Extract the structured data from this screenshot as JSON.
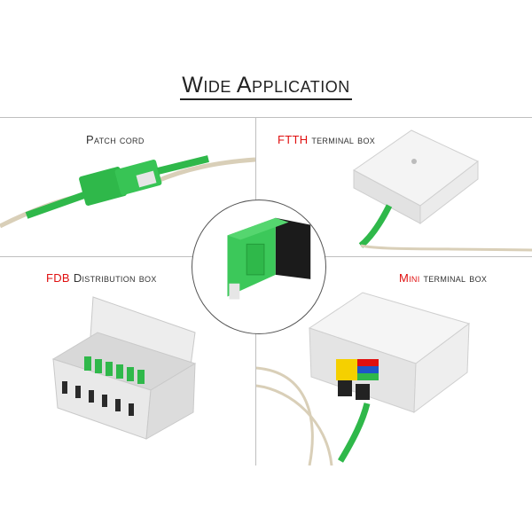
{
  "title": "Wide Application",
  "panels": {
    "patch_cord": {
      "label": "Patch cord"
    },
    "ftth": {
      "label_red": "FTTH",
      "label_rest": " terminal box"
    },
    "fdb": {
      "label_red": "FDB",
      "label_rest": " Distribution box"
    },
    "mini": {
      "label_red": "Mini",
      "label_rest": " terminal box"
    }
  },
  "colors": {
    "connector_green": "#2fb84a",
    "accent_red": "#e01010",
    "fiber_beige": "#d9cfb8",
    "box_white": "#f2f2f2"
  }
}
